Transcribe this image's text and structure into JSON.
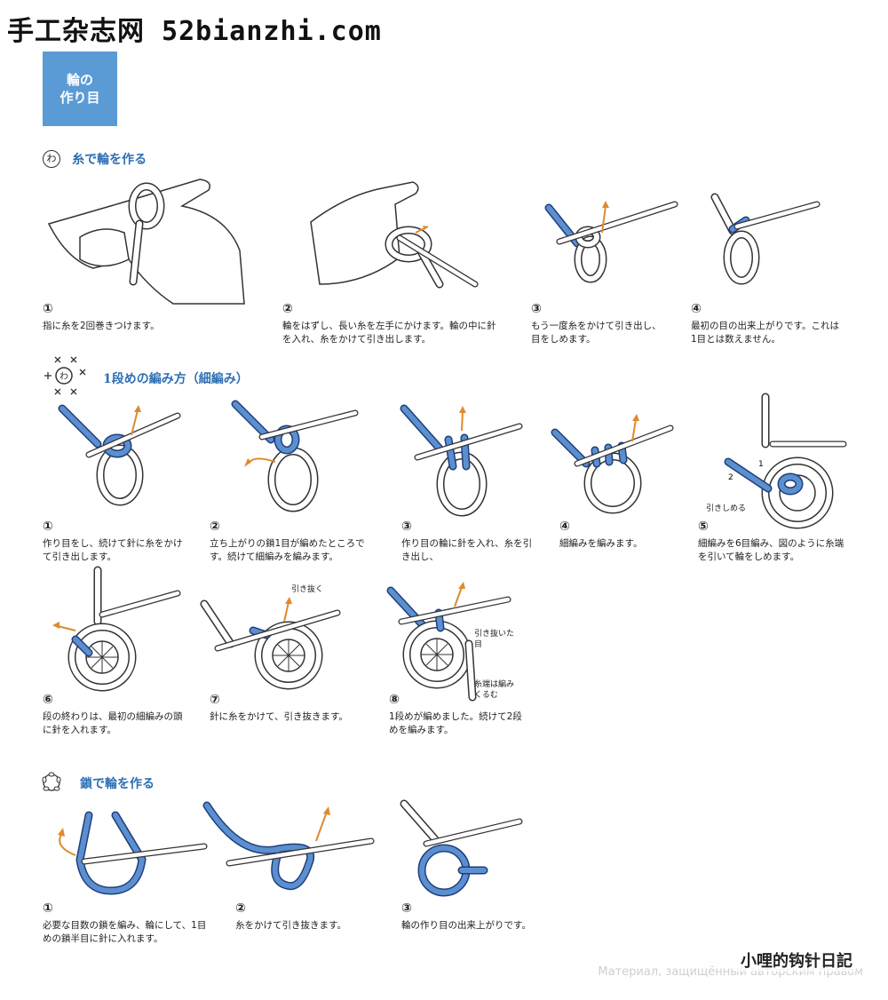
{
  "header": {
    "site": "手工杂志网 52bianzhi.com"
  },
  "title_box": {
    "line1": "輪の",
    "line2": "作り目"
  },
  "section1": {
    "heading": "糸で輪を作る",
    "icon_label": "わ",
    "steps": [
      {
        "num": "①",
        "text": "指に糸を2回巻きつけます。"
      },
      {
        "num": "②",
        "text": "輪をはずし、長い糸を左手にかけます。輪の中に針を入れ、糸をかけて引き出します。"
      },
      {
        "num": "③",
        "text": "もう一度糸をかけて引き出し、目をしめます。"
      },
      {
        "num": "④",
        "text": "最初の目の出来上がりです。これは1目とは数えません。"
      }
    ]
  },
  "section2": {
    "heading": "1段めの編み方（細編み）",
    "icon_label": "わ",
    "steps": [
      {
        "num": "①",
        "text": "作り目をし、続けて針に糸をかけて引き出します。"
      },
      {
        "num": "②",
        "text": "立ち上がりの鎖1目が編めたところです。続けて細編みを編みます。"
      },
      {
        "num": "③",
        "text": "作り目の輪に針を入れ、糸を引き出し、"
      },
      {
        "num": "④",
        "text": "細編みを編みます。"
      },
      {
        "num": "⑤",
        "text": "細編みを6目編み、図のように糸端を引いて輪をしめます。"
      },
      {
        "num": "⑥",
        "text": "段の終わりは、最初の細編みの頭に針を入れます。"
      },
      {
        "num": "⑦",
        "text": "針に糸をかけて、引き抜きます。"
      },
      {
        "num": "⑧",
        "text": "1段めが編めました。続けて2段めを編みます。"
      }
    ],
    "labels": {
      "pull_tight": "引きしめる",
      "pull_1": "1",
      "pull_2": "2",
      "pull_through": "引き抜く",
      "slip_stitch": "引き抜いた目",
      "wrap_tail": "糸端は編みくるむ"
    }
  },
  "section3": {
    "heading": "鎖で輪を作る",
    "steps": [
      {
        "num": "①",
        "text": "必要な目数の鎖を編み、輪にして、1目めの鎖半目に針に入れます。"
      },
      {
        "num": "②",
        "text": "糸をかけて引き抜きます。"
      },
      {
        "num": "③",
        "text": "輪の作り目の出来上がりです。"
      }
    ]
  },
  "footer": {
    "watermark": "Материал, защищённый авторским правом",
    "brand": "小哩的钩针日記"
  },
  "colors": {
    "accent": "#5b9bd5",
    "yarn_blue": "#5b8fd0",
    "arrow": "#e08a2c",
    "heading": "#2e6fb5"
  }
}
